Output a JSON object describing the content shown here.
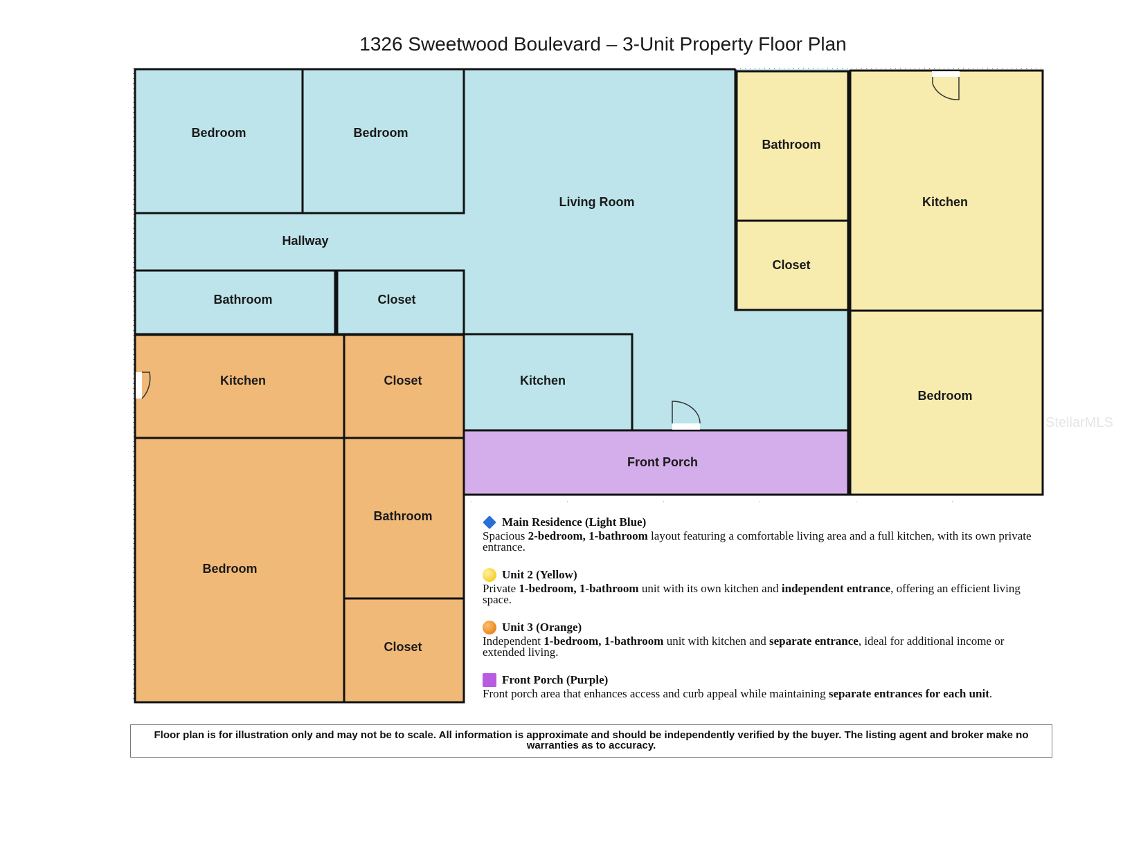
{
  "title": "1326 Sweetwood Boulevard – 3-Unit Property Floor Plan",
  "colors": {
    "main_residence": "#bce4ea",
    "unit2": "#f7ebae",
    "unit3": "#f0b978",
    "porch": "#d4aeea",
    "wall": "#111111"
  },
  "rooms": {
    "main_bedroom_1": "Bedroom",
    "main_bedroom_2": "Bedroom",
    "main_living_room": "Living Room",
    "main_hallway": "Hallway",
    "main_bathroom": "Bathroom",
    "main_closet": "Closet",
    "main_kitchen": "Kitchen",
    "unit2_bathroom": "Bathroom",
    "unit2_closet": "Closet",
    "unit2_kitchen": "Kitchen",
    "unit2_bedroom": "Bedroom",
    "unit3_kitchen": "Kitchen",
    "unit3_closet_1": "Closet",
    "unit3_bathroom": "Bathroom",
    "unit3_bedroom": "Bedroom",
    "unit3_closet_2": "Closet",
    "front_porch": "Front Porch"
  },
  "legend": {
    "main": {
      "icon": "blue-diamond-icon",
      "title": "Main Residence (Light Blue)",
      "text_1": "Spacious ",
      "bold_1": "2-bedroom, 1-bathroom",
      "text_2": " layout featuring a comfortable living area and a full kitchen, with its own private entrance."
    },
    "unit2": {
      "icon": "yellow-circle-icon",
      "title": "Unit 2 (Yellow)",
      "text_1": "Private ",
      "bold_1": "1-bedroom, 1-bathroom",
      "text_2": " unit with its own kitchen and ",
      "bold_2": "independent entrance",
      "text_3": ", offering an efficient living space."
    },
    "unit3": {
      "icon": "orange-circle-icon",
      "title": "Unit 3 (Orange)",
      "text_1": "Independent ",
      "bold_1": "1-bedroom, 1-bathroom",
      "text_2": " unit with kitchen and ",
      "bold_2": "separate entrance",
      "text_3": ", ideal for additional income or extended living."
    },
    "porch": {
      "icon": "purple-square-icon",
      "title": "Front Porch (Purple)",
      "text_1": "Front porch area that enhances access and curb appeal while maintaining ",
      "bold_1": "separate entrances for each unit",
      "text_2": "."
    }
  },
  "disclaimer": "Floor plan is for illustration only and may not be to scale. All information is approximate and should be independently verified by the buyer. The listing agent and broker make no warranties as to accuracy.",
  "watermark": "StellarMLS"
}
